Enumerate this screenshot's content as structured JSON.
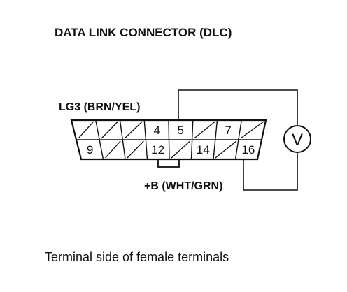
{
  "diagram": {
    "title": "DATA LINK CONNECTOR (DLC)",
    "wire_top_label": "LG3 (BRN/YEL)",
    "wire_bottom_label": "+B (WHT/GRN)",
    "caption": "Terminal side of female terminals",
    "meter_symbol": "V",
    "top_row_pins": [
      "",
      "",
      "",
      "4",
      "5",
      "",
      "7",
      ""
    ],
    "bottom_row_pins": [
      "9",
      "",
      "",
      "12",
      "",
      "14",
      "",
      "16"
    ]
  }
}
